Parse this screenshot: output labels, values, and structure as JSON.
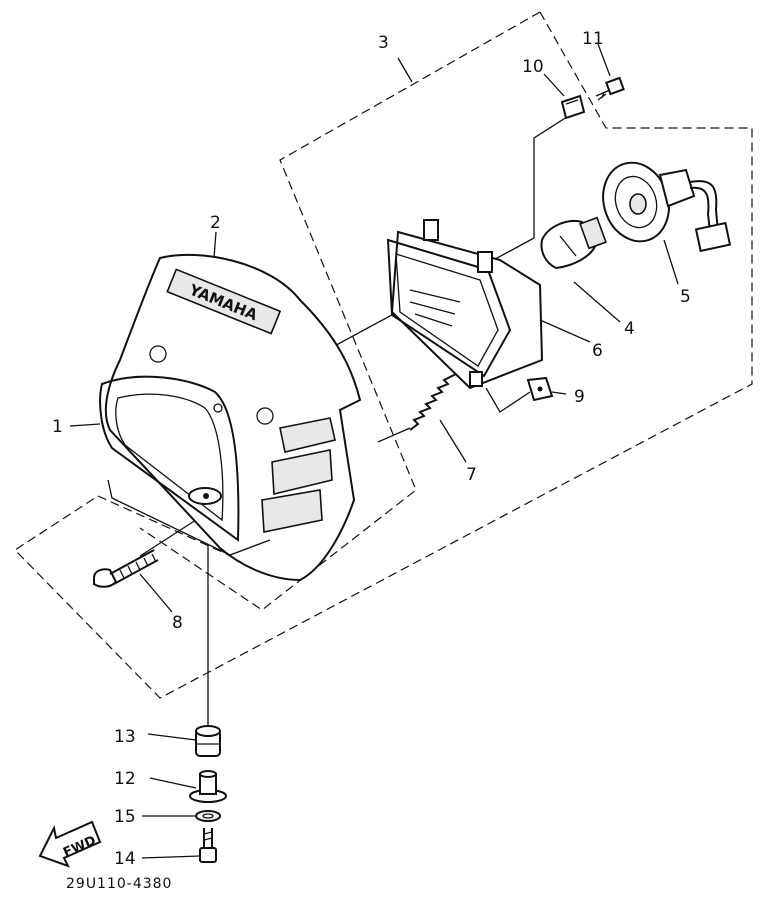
{
  "diagram": {
    "callouts": {
      "c1": "1",
      "c2": "2",
      "c3": "3",
      "c4": "4",
      "c5": "5",
      "c6": "6",
      "c7": "7",
      "c8": "8",
      "c9": "9",
      "c10": "10",
      "c11": "11",
      "c12": "12",
      "c13": "13",
      "c14": "14",
      "c15": "15"
    },
    "brand_text": "YAMAHA",
    "fwd_label": "FWD",
    "part_number": "29U110-4380"
  }
}
